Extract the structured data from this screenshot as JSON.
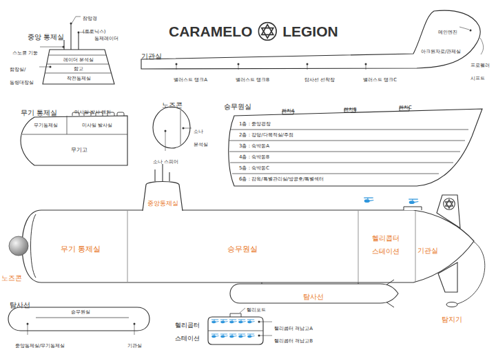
{
  "diagram": {
    "title": "CARAMELO LEGION",
    "nodes": [
      {
        "text": [
          "중앙 통제실"
        ]
      },
      {
        "text": [
          "레이더 분석실"
        ],
        "in": 0
      },
      {
        "text": [
          "함교"
        ],
        "in": 0
      },
      {
        "text": [
          "작전통제실"
        ],
        "in": 0
      },
      {
        "text": [
          "기관실"
        ]
      },
      {
        "text": [
          "무기 통제실"
        ]
      },
      {
        "text": [
          "무기통제실"
        ],
        "in": 5
      },
      {
        "text": [
          "미사일 발사실"
        ],
        "in": 5
      },
      {
        "text": [
          "무기고"
        ],
        "in": 5
      },
      {
        "text": [
          "노즈콘"
        ]
      },
      {
        "text": [
          "승무원실"
        ]
      },
      {
        "text": [
          "1층 : 중앙광장"
        ],
        "in": 10
      },
      {
        "text": [
          "2층 : 강당/다목적실/주점"
        ],
        "in": 10
      },
      {
        "text": [
          "3층 : 숙박동A"
        ],
        "in": 10
      },
      {
        "text": [
          "4층 : 숙박동B"
        ],
        "in": 10
      },
      {
        "text": [
          "5층 : 숙박동C"
        ],
        "in": 10
      },
      {
        "text": [
          "6층 : 감옥/특별관리실/방공호/특별섹터"
        ],
        "in": 10
      },
      {
        "text": [
          "탐사선"
        ]
      },
      {
        "text": [
          "승무원실"
        ],
        "in": 17
      },
      {
        "text": [
          "헬리콥터 스테이션"
        ]
      }
    ],
    "labels": [
      "잠망경 (토토닉스)",
      "통제레이더",
      "스노클 기둥",
      "함장실/ 통령대장실",
      "밸러스트 탱크A",
      "밸러스트 탱크B",
      "탐사선 선착장",
      "밸러스트 탱크C",
      "메인엔진",
      "아크원자로/관제실",
      "프로펠러 시프트",
      "미사일 발사 해치",
      "소나 스피어",
      "소나 분석실",
      "해치A",
      "해치B",
      "해치C",
      "중앙통제실",
      "무기 통제실",
      "승무원실",
      "헬리콥터 스테이션",
      "기관실",
      "노즈콘",
      "탐사선",
      "탐지기",
      "중앙통제실/무기통제실",
      "기관실",
      "헬리포트",
      "헬리콥터 격납고A",
      "헬리콥터 격납고B"
    ]
  }
}
